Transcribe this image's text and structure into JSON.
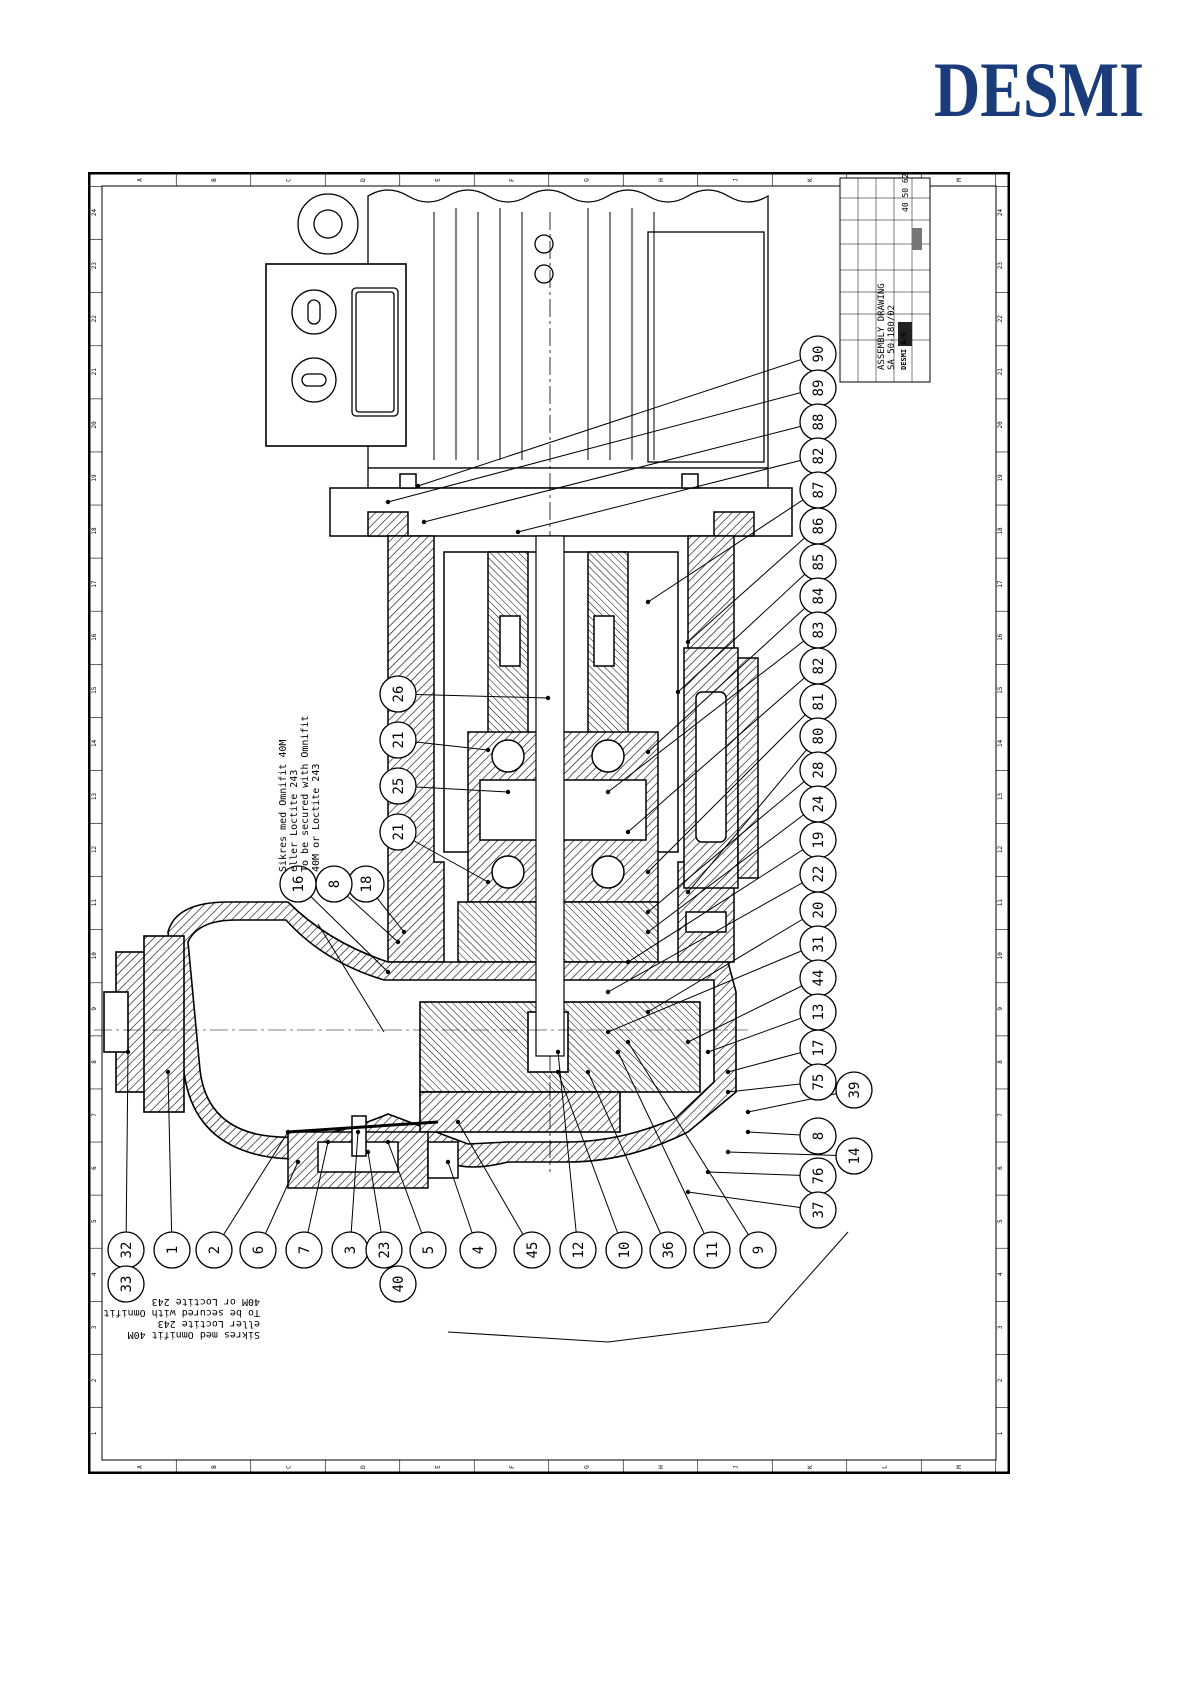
{
  "brand": {
    "name": "DESMI",
    "color": "#1a3c7a"
  },
  "drawing": {
    "title_block": {
      "title": "ASSEMBLY DRAWING",
      "model": "SA 50-180/02",
      "company": "DESMI A/S",
      "drawing_no": "40 50 62"
    },
    "notes": {
      "upper": [
        "Sikres med Omnifit 40M",
        "eller Loctite 243",
        "To be secured with Omnifit",
        "40M or Loctite 243"
      ],
      "lower": [
        "Sikres med Omnifit 40M",
        "eller Loctite 243",
        "To be secured with Omnifit",
        "40M or Loctite 243"
      ]
    },
    "balloons": {
      "right_column": [
        "90",
        "89",
        "88",
        "82",
        "87",
        "86",
        "85",
        "84",
        "83",
        "82",
        "81",
        "80",
        "28",
        "24",
        "19",
        "22",
        "20",
        "31",
        "44",
        "13",
        "17",
        "75",
        "39",
        "8",
        "14",
        "76",
        "37"
      ],
      "center_row": [
        "26",
        "21",
        "25",
        "21",
        "18",
        "8",
        "16"
      ],
      "bottom_row": [
        "32",
        "33",
        "1",
        "2",
        "6",
        "7",
        "3",
        "23",
        "40",
        "5",
        "4",
        "45",
        "12",
        "10",
        "36",
        "11",
        "9"
      ]
    },
    "frame_numbers": [
      "1",
      "2",
      "3",
      "4",
      "5",
      "6",
      "7",
      "8",
      "9",
      "10",
      "11",
      "12",
      "13",
      "14",
      "15",
      "16",
      "17",
      "18",
      "19",
      "20",
      "21",
      "22",
      "23",
      "24"
    ],
    "frame_letters": [
      "A",
      "B",
      "C",
      "D",
      "E",
      "F",
      "G",
      "H",
      "J",
      "K",
      "L",
      "M"
    ]
  },
  "footer": {
    "links": [
      "",
      ""
    ]
  }
}
